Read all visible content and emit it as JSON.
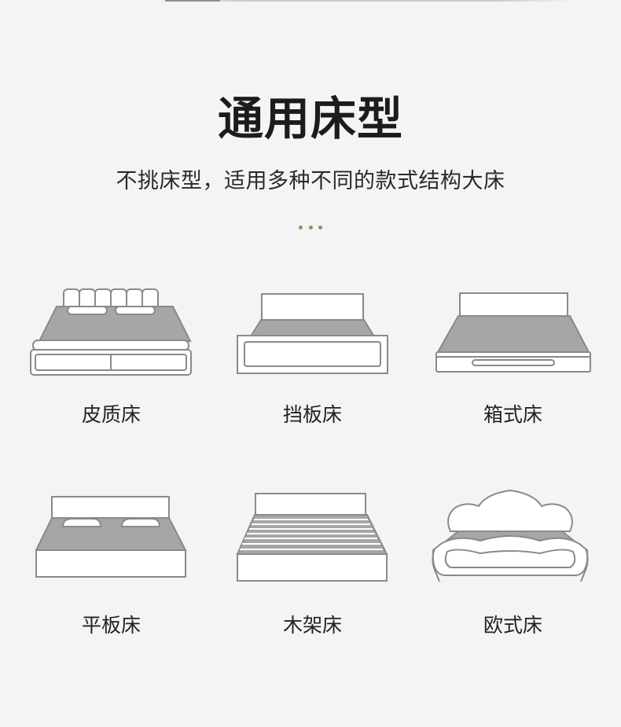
{
  "header": {
    "title": "通用床型",
    "subtitle": "不挑床型，适用多种不同的款式结构大床"
  },
  "colors": {
    "background": "#f4f4f4",
    "mattress": "#a6a6a6",
    "frame_fill": "#ffffff",
    "frame_stroke": "#8a8a8a",
    "accent_dots": "#7d9a5e"
  },
  "beds": [
    {
      "label": "皮质床",
      "icon": "leather-bed-icon"
    },
    {
      "label": "挡板床",
      "icon": "panel-bed-icon"
    },
    {
      "label": "箱式床",
      "icon": "box-bed-icon"
    },
    {
      "label": "平板床",
      "icon": "platform-bed-icon"
    },
    {
      "label": "木架床",
      "icon": "wooden-frame-bed-icon"
    },
    {
      "label": "欧式床",
      "icon": "european-bed-icon"
    }
  ]
}
